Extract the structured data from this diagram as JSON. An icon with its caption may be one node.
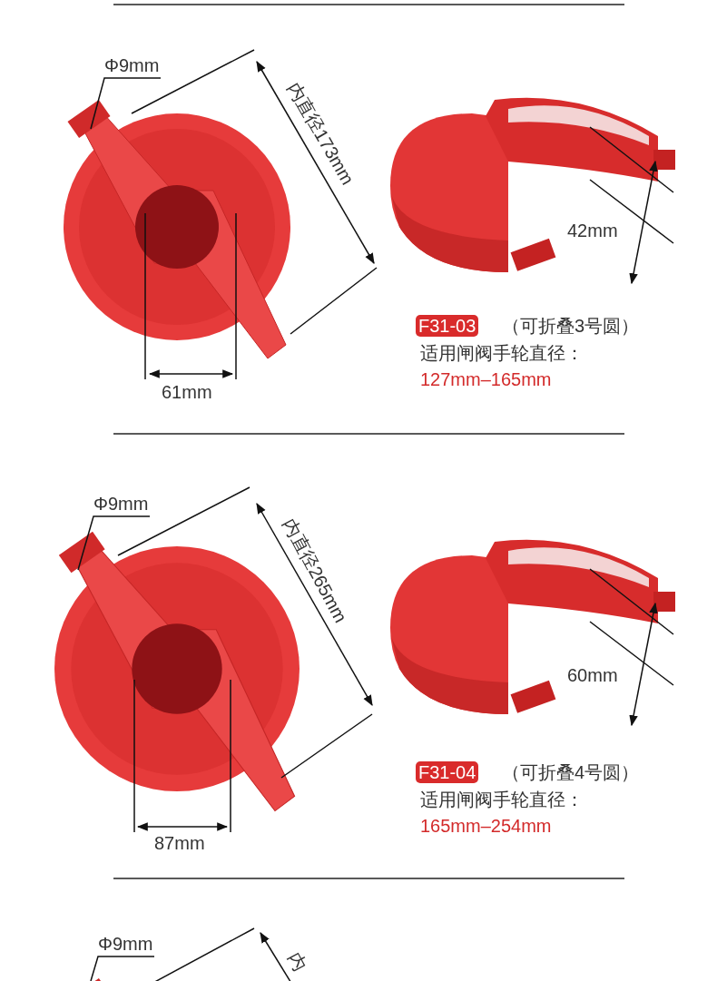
{
  "diagram": {
    "nodes": [
      {
        "text": [
          "Φ9mm"
        ]
      },
      {
        "text": [
          "F31-03"
        ]
      },
      {
        "text": [
          "Φ9mm"
        ]
      },
      {
        "text": [
          "F31-04"
        ]
      },
      {
        "text": [
          "Φ9mm"
        ]
      }
    ],
    "edges": [
      {
        "from": 0,
        "to": null,
        "arrow": "none"
      },
      {
        "from": 2,
        "to": null,
        "arrow": "none"
      },
      {
        "from": 4,
        "to": null,
        "arrow": "none"
      }
    ],
    "labels": [
      "内直径173mm",
      "61mm",
      "42mm",
      "（可折叠3号圆）",
      "适用闸阀手轮直径：",
      "127mm–165mm",
      "内直径265mm",
      "87mm",
      "60mm",
      "（可折叠4号圆）",
      "适用闸阀手轮直径：",
      "165mm–254mm",
      "内"
    ]
  }
}
